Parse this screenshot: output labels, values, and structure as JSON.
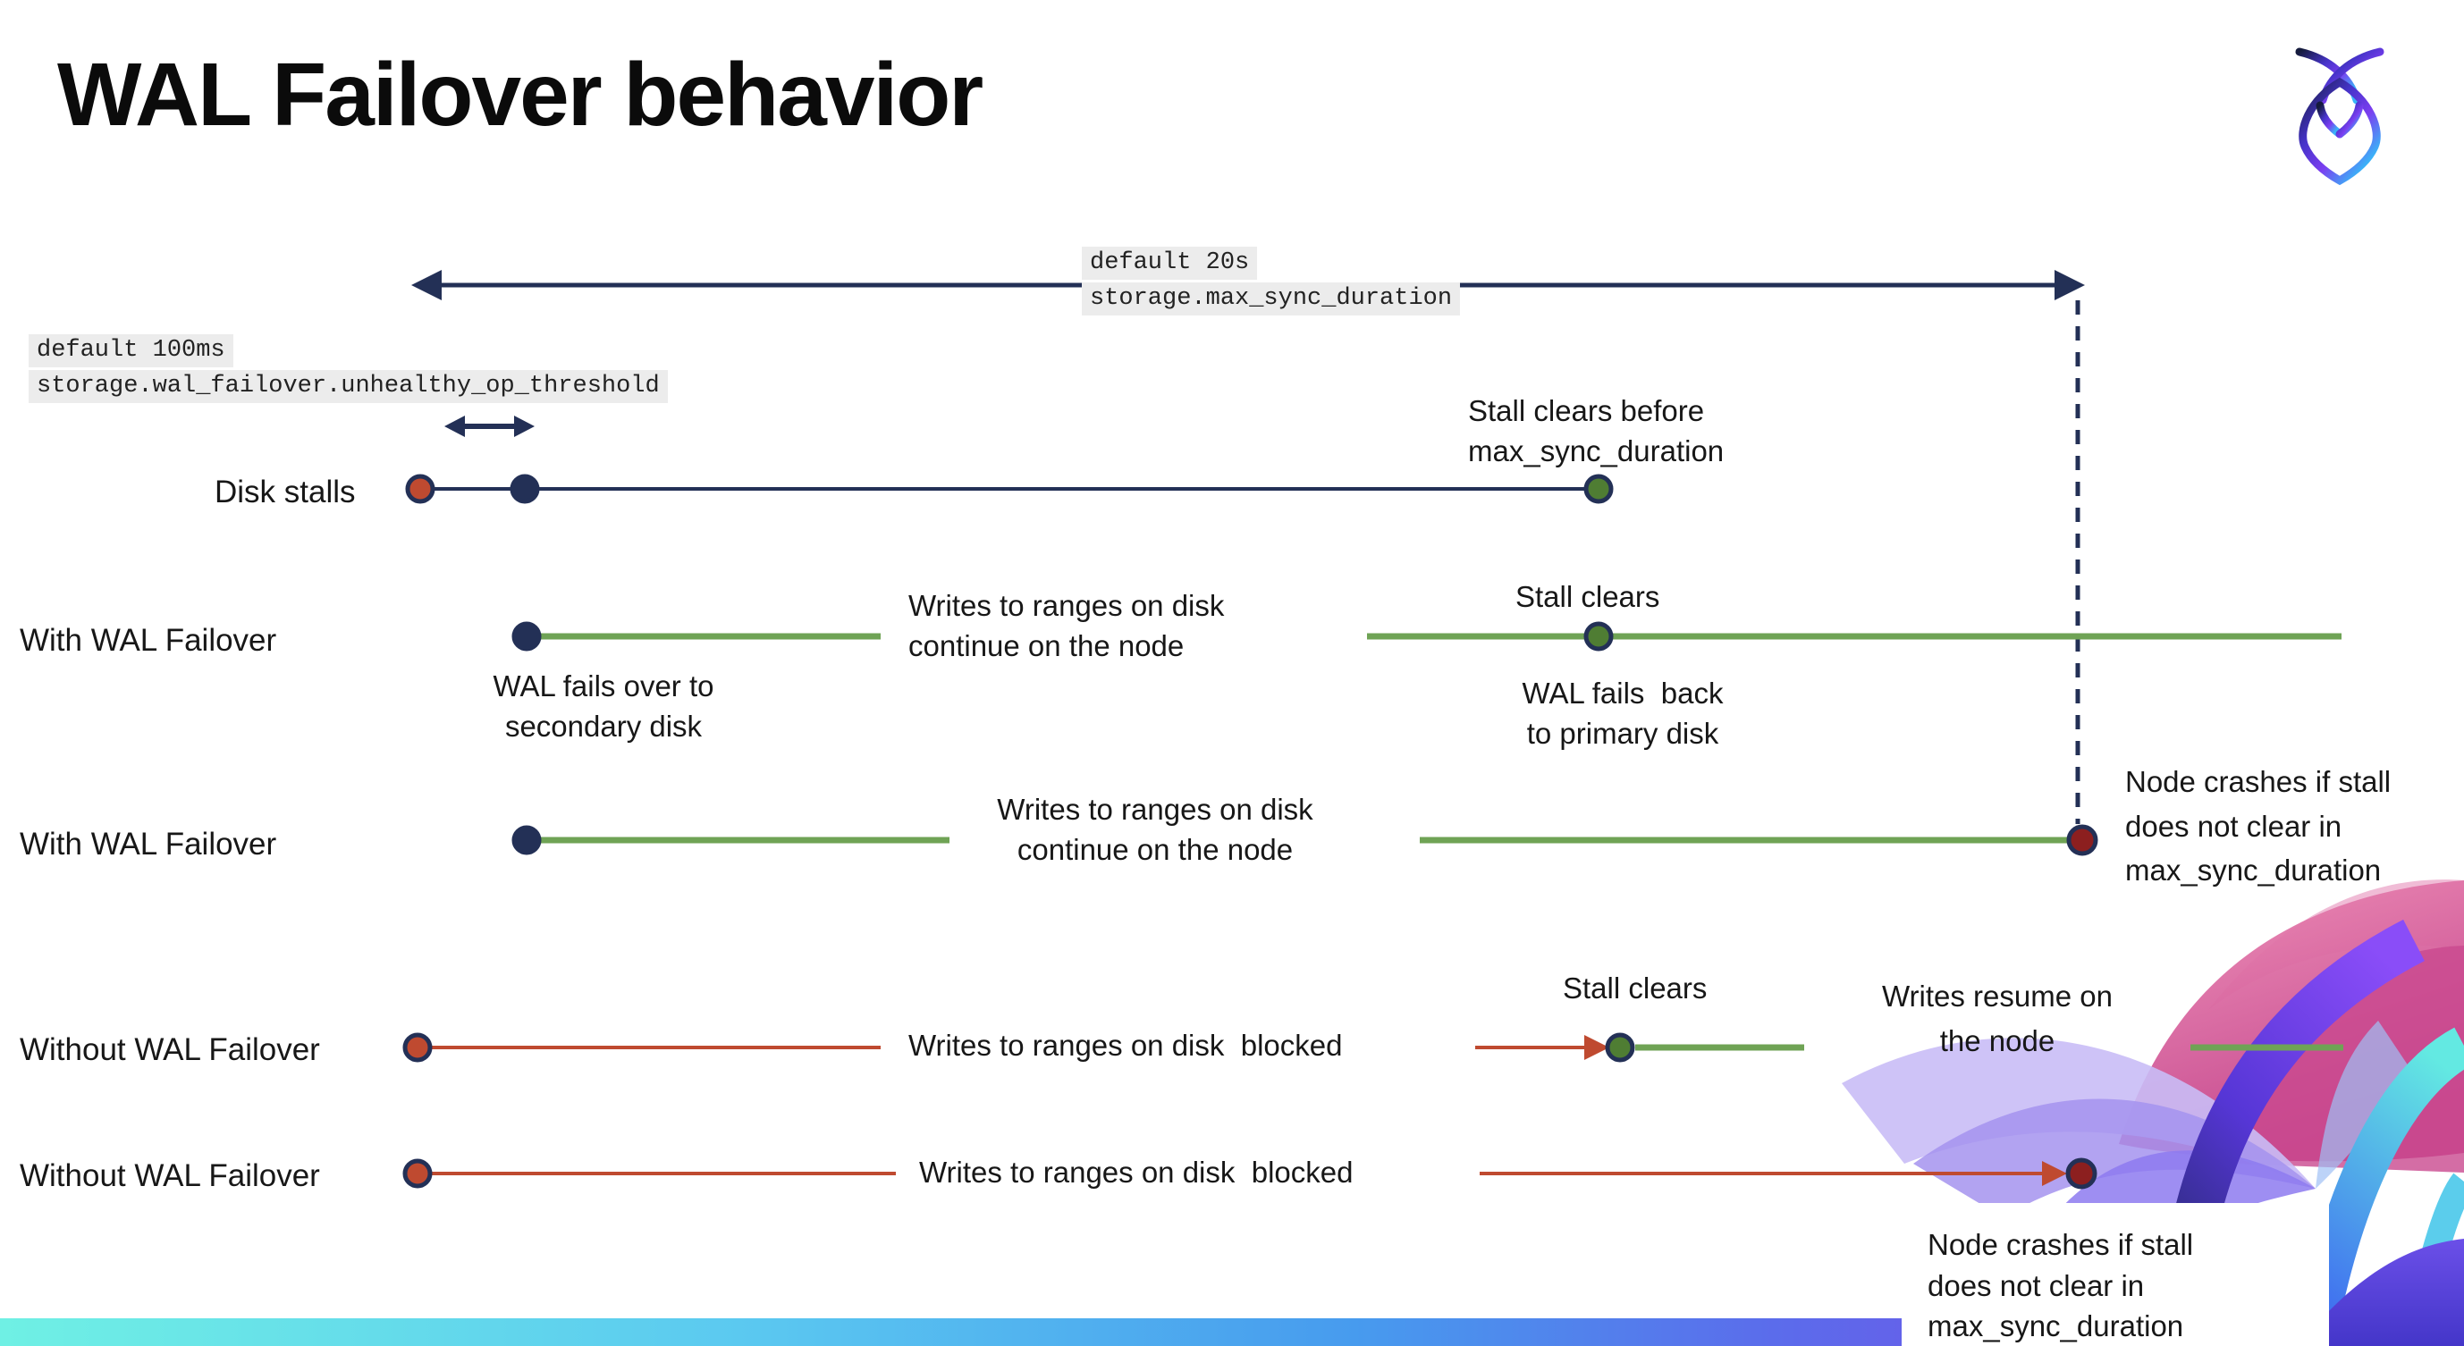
{
  "page": {
    "title": "WAL Failover behavior",
    "logo_icon": "cockroachdb-logo-icon"
  },
  "config_labels": {
    "max_sync_duration": {
      "default_value": "default 20s",
      "setting": "storage.max_sync_duration"
    },
    "unhealthy_op_threshold": {
      "default_value": "default 100ms",
      "setting": "storage.wal_failover.unhealthy_op_threshold"
    }
  },
  "rows": [
    {
      "label": "Disk stalls"
    },
    {
      "label": "With WAL Failover"
    },
    {
      "label": "With WAL Failover"
    },
    {
      "label": "Without WAL Failover"
    },
    {
      "label": "Without WAL Failover"
    }
  ],
  "captions": {
    "stall_clears_before": "Stall clears before\nmax_sync_duration",
    "stall_clears_failover": "Stall clears",
    "stall_clears_no_failover": "Stall clears",
    "wal_fails_over": "WAL fails over to\nsecondary disk",
    "wal_fails_back": "WAL fails  back\nto primary disk",
    "writes_continue_row2": "Writes to ranges on disk\ncontinue on the node",
    "writes_continue_row3": "Writes to ranges on disk\ncontinue on the node",
    "writes_blocked_row4": "Writes to ranges on disk  blocked",
    "writes_blocked_row5": "Writes to ranges on disk  blocked",
    "writes_resume": "Writes resume on\nthe node",
    "node_crashes_row3": "Node crashes if stall\ndoes not clear in\nmax_sync_duration",
    "node_crashes_row5": "Node crashes if stall\ndoes not clear in\nmax_sync_duration"
  },
  "colors": {
    "navy": "#233056",
    "green_line": "#6fa355",
    "green_dot": "#4f7d33",
    "red": "#bf4a30",
    "maroon": "#8c1f1f",
    "label_background": "#ececec",
    "footer_gradient_left": "#6ff0e4",
    "footer_gradient_right": "#7e52ea"
  }
}
